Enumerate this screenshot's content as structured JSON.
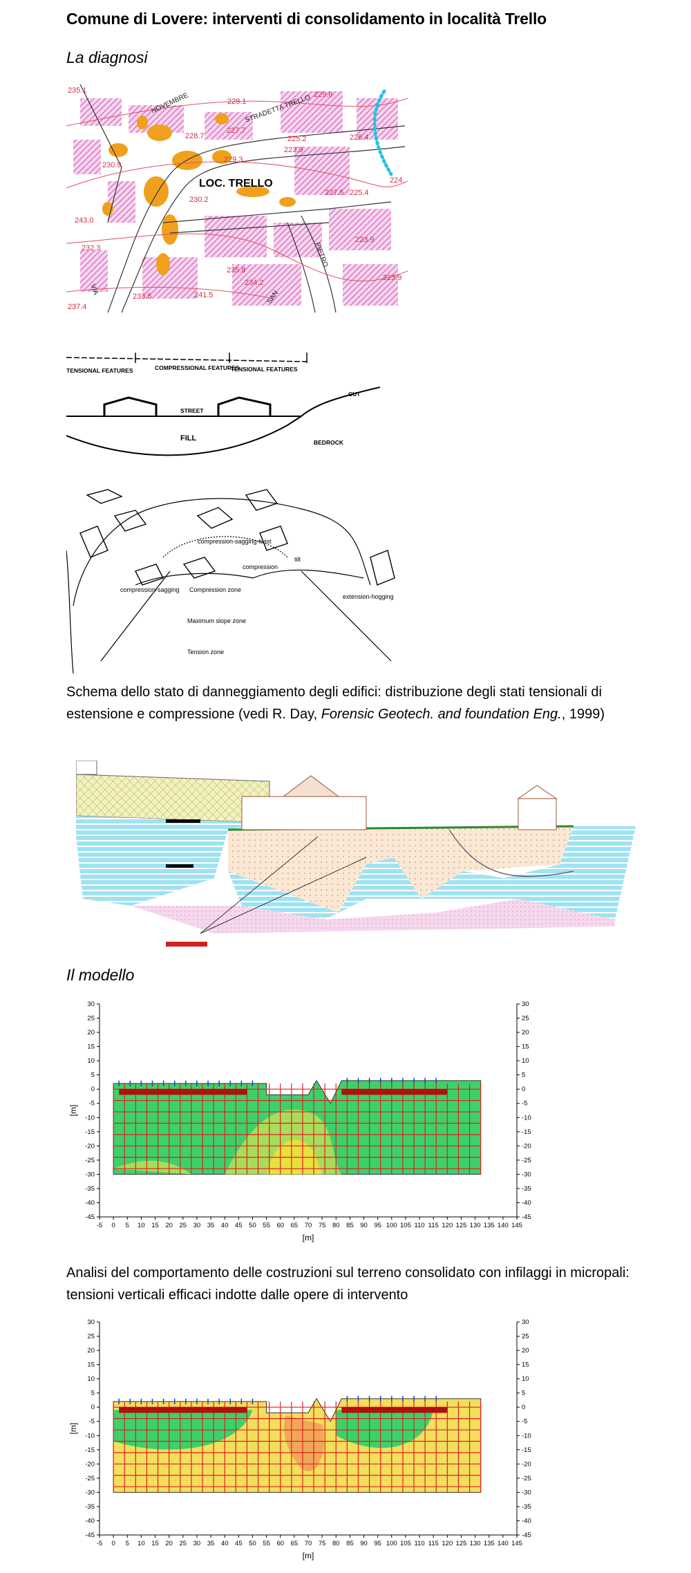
{
  "page": {
    "title": "Comune di Lovere: interventi di consolidamento in località Trello",
    "sections": {
      "diagnosi": "La diagnosi",
      "modello": "Il modello"
    }
  },
  "map": {
    "main_label": "LOC. TRELLO",
    "street_labels": [
      "NOVEMBRE",
      "STRADETTA TRELLO",
      "PIETRO",
      "SAN",
      "VIA"
    ],
    "elevations": [
      "235.1",
      "228.1",
      "229.6",
      "229.3",
      "226.4",
      "227.7",
      "228.7",
      "223.9",
      "230.9",
      "230.2",
      "227.5",
      "225.4",
      "224.",
      "243.0",
      "232.3",
      "223.9",
      "235.8",
      "241.5",
      "233.5",
      "234.2",
      "237.4",
      "223.9",
      "225.2"
    ],
    "colors": {
      "orange": "#f0a01c",
      "hatch": "#e890d0",
      "contour": "#e05060",
      "cyan": "#22c4e0"
    }
  },
  "section_diagram": {
    "tensional_left": "TENSIONAL FEATURES",
    "compressional": "COMPRESSIONAL FEATURES",
    "tensional_right": "TENSIONAL FEATURES",
    "street": "STREET",
    "cut": "CUT",
    "fill": "FILL",
    "bedrock": "BEDROCK"
  },
  "damage_diagram": {
    "labels": [
      "compression-sagging-twist",
      "tilt",
      "compression",
      "compression-sagging",
      "Compression zone",
      "extension-hogging",
      "Maximum slope zone",
      "Tension zone"
    ]
  },
  "caption1": {
    "line1": "Schema dello stato di danneggiamento degli edifici: distribuzione degli stati tensionali di",
    "line2_a": "estensione e compressione (vedi R. Day, ",
    "line2_italic": "Forensic Geotech. and foundation Eng.",
    "line2_b": ", 1999)"
  },
  "caption2": {
    "line1": "Analisi del comportamento delle costruzioni sul terreno consolidato con infilaggi in micropali:",
    "line2": "tensioni verticali efficaci indotte dalle opere di intervento"
  },
  "chart_data": [
    {
      "type": "heatmap",
      "xlabel": "[m]",
      "ylabel": "[m]",
      "xlim": [
        -5,
        145
      ],
      "ylim": [
        -45,
        30
      ],
      "x_ticks": [
        -5,
        0,
        5,
        10,
        15,
        20,
        25,
        30,
        35,
        40,
        45,
        50,
        55,
        60,
        65,
        70,
        75,
        80,
        85,
        90,
        95,
        100,
        105,
        110,
        115,
        120,
        125,
        130,
        135,
        140,
        145
      ],
      "y_ticks": [
        30,
        25,
        20,
        15,
        10,
        5,
        0,
        -5,
        -10,
        -15,
        -20,
        -25,
        -30,
        -35,
        -40,
        -45
      ],
      "colors": {
        "base": "#3bd26b",
        "mid": "#a8dc5a",
        "high": "#e8e03c",
        "mesh": "#e02020"
      }
    },
    {
      "type": "heatmap",
      "xlabel": "[m]",
      "ylabel": "[m]",
      "xlim": [
        -5,
        145
      ],
      "ylim": [
        -45,
        30
      ],
      "x_ticks": [
        -5,
        0,
        5,
        10,
        15,
        20,
        25,
        30,
        35,
        40,
        45,
        50,
        55,
        60,
        65,
        70,
        75,
        80,
        85,
        90,
        95,
        100,
        105,
        110,
        115,
        120,
        125,
        130,
        135,
        140,
        145
      ],
      "y_ticks": [
        30,
        25,
        20,
        15,
        10,
        5,
        0,
        -5,
        -10,
        -15,
        -20,
        -25,
        -30,
        -35,
        -40,
        -45
      ],
      "colors": {
        "base": "#f2df5c",
        "mid": "#f0a858",
        "green": "#3bd26b",
        "mesh": "#e02020"
      }
    }
  ]
}
